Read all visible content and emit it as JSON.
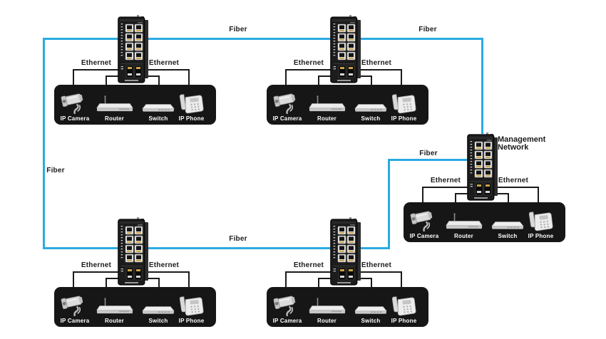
{
  "colors": {
    "fiber_line": "#29abe2",
    "panel_background": "#161616",
    "label_text": "#1c1c1c",
    "device_label_text": "#ffffff"
  },
  "fiber_labels": {
    "top_left": "Fiber",
    "top_right": "Fiber",
    "left": "Fiber",
    "management": "Fiber",
    "bottom": "Fiber"
  },
  "management_label": {
    "line1": "Management",
    "line2": "Network"
  },
  "clusters": [
    {
      "id": "top-left",
      "ethernet_left": "Ethernet",
      "ethernet_right": "Ethernet",
      "devices": [
        "IP Camera",
        "Router",
        "Switch",
        "IP Phone"
      ]
    },
    {
      "id": "top-middle",
      "ethernet_left": "Ethernet",
      "ethernet_right": "Ethernet",
      "devices": [
        "IP Camera",
        "Router",
        "Switch",
        "IP Phone"
      ]
    },
    {
      "id": "management",
      "ethernet_left": "Ethernet",
      "ethernet_right": "Ethernet",
      "devices": [
        "IP Camera",
        "Router",
        "Switch",
        "IP Phone"
      ]
    },
    {
      "id": "bottom-left",
      "ethernet_left": "Ethernet",
      "ethernet_right": "Ethernet",
      "devices": [
        "IP Camera",
        "Router",
        "Switch",
        "IP Phone"
      ]
    },
    {
      "id": "bottom-middle",
      "ethernet_left": "Ethernet",
      "ethernet_right": "Ethernet",
      "devices": [
        "IP Camera",
        "Router",
        "Switch",
        "IP Phone"
      ]
    }
  ]
}
